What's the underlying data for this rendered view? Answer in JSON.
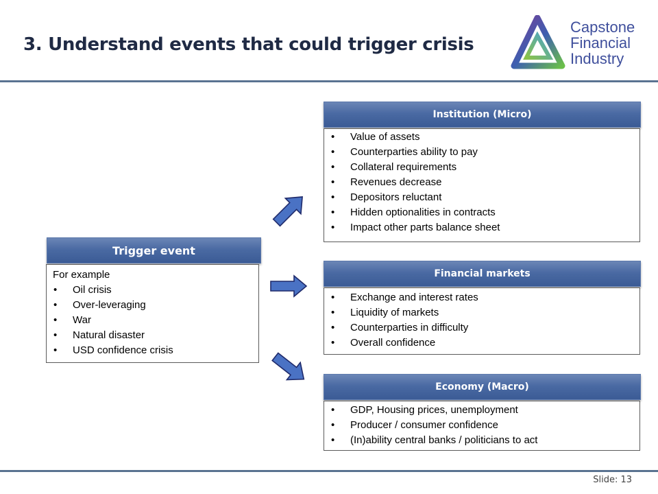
{
  "slide": {
    "title": "3. Understand events that could trigger crisis",
    "slide_number": "Slide: 13"
  },
  "logo": {
    "lines": [
      "Capstone",
      "Financial",
      "Industry"
    ]
  },
  "trigger": {
    "header": "Trigger event",
    "intro": "For example",
    "items": [
      "Oil crisis",
      "Over-leveraging",
      "War",
      "Natural disaster",
      "USD confidence crisis"
    ]
  },
  "institution": {
    "header": "Institution (Micro)",
    "items": [
      "Value of assets",
      "Counterparties ability to pay",
      "Collateral requirements",
      "Revenues decrease",
      "Depositors reluctant",
      "Hidden optionalities in contracts",
      "Impact other parts balance sheet"
    ]
  },
  "markets": {
    "header": "Financial markets",
    "items": [
      "Exchange and interest rates",
      "Liquidity of markets",
      "Counterparties in difficulty",
      "Overall confidence"
    ]
  },
  "economy": {
    "header": "Economy (Macro)",
    "items": [
      "GDP, Housing prices, unemployment",
      "Producer / consumer confidence",
      "(In)ability central banks / politicians to act"
    ]
  },
  "colors": {
    "header_blue": "#4a6aa3",
    "arrow_fill": "#4a72c4",
    "title": "#1f2a44"
  }
}
